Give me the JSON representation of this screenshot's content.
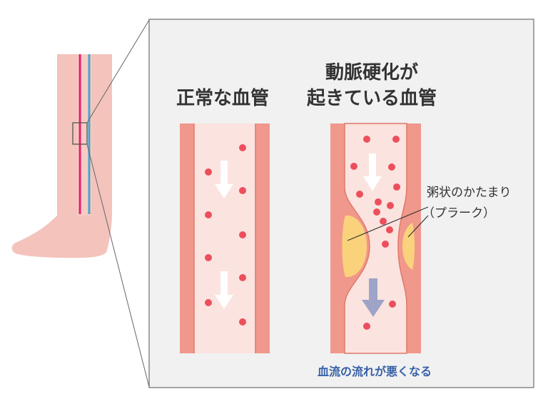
{
  "normal": {
    "title": "正常な血管"
  },
  "sclerotic": {
    "title_line1": "動脈硬化が",
    "title_line2": "起きている血管"
  },
  "plaque": {
    "label_line1": "粥状のかたまり",
    "label_line2": "（プラーク）"
  },
  "caption": {
    "text": "血流の流れが悪くなる"
  },
  "colors": {
    "panel_bg": "#f1f1f1",
    "panel_border": "#6f6f6f",
    "skin": "#f4c3bc",
    "skin_dark": "#eaa89f",
    "artery": "#e61f6a",
    "vein": "#4aa3c8",
    "vessel_wall": "#f0988b",
    "vessel_wall_edge": "#e0786b",
    "lumen": "#fbe3df",
    "blood_cell": "#ec4f5c",
    "plaque": "#fbd27c",
    "arrow_white": "#ffffff",
    "arrow_slow": "#9ea4c8",
    "caption_text": "#365fa5",
    "title_text": "#333333"
  }
}
